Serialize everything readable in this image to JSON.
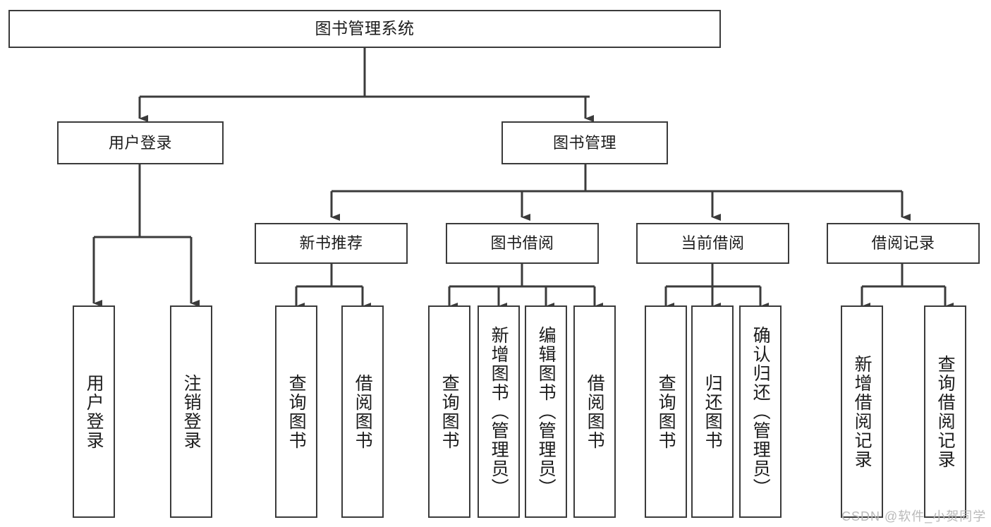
{
  "diagram": {
    "type": "tree-hierarchy-functional-decomposition",
    "title": "图书管理系统",
    "watermark": "CSDN @软件_小贺同学",
    "colors": {
      "stroke": "#3b3b3b",
      "fill": "#ffffff",
      "text": "#1c1c1c",
      "watermark": "#b9b9b9"
    },
    "nodes": {
      "root": {
        "label": "图书管理系统"
      },
      "level1": [
        {
          "label": "用户登录"
        },
        {
          "label": "图书管理"
        }
      ],
      "level2": [
        {
          "label": "新书推荐"
        },
        {
          "label": "图书借阅"
        },
        {
          "label": "当前借阅"
        },
        {
          "label": "借阅记录"
        }
      ],
      "leaves_user_login": [
        {
          "label": "用户登录"
        },
        {
          "label": "注销登录"
        }
      ],
      "leaves_new_book": [
        {
          "label": "查询图书"
        },
        {
          "label": "借阅图书"
        }
      ],
      "leaves_borrow": [
        {
          "label": "查询图书"
        },
        {
          "label": "新增图书（管理员）"
        },
        {
          "label": "编辑图书（管理员）"
        },
        {
          "label": "借阅图书"
        }
      ],
      "leaves_current": [
        {
          "label": "查询图书"
        },
        {
          "label": "归还图书"
        },
        {
          "label": "确认归还（管理员）"
        }
      ],
      "leaves_records": [
        {
          "label": "新增借阅记录"
        },
        {
          "label": "查询借阅记录"
        }
      ]
    }
  }
}
